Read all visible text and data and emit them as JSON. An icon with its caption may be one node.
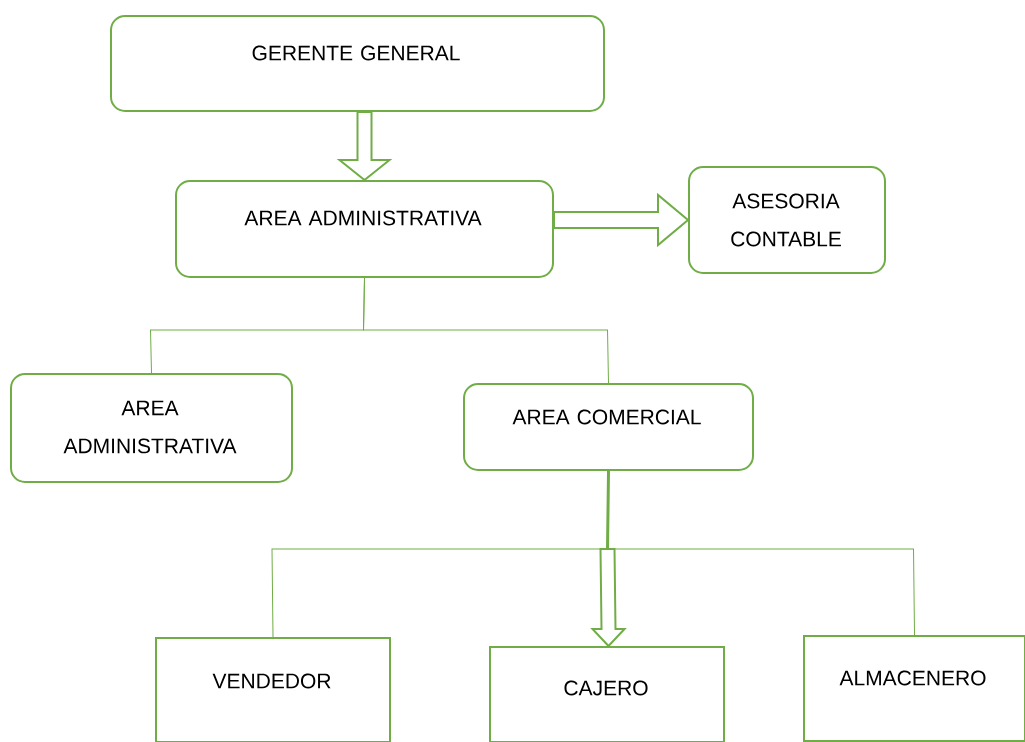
{
  "diagram": {
    "nodes": [
      {
        "text": [
          "GERENTE GENERAL"
        ]
      },
      {
        "text": [
          "AREA ADMINISTRATIVA"
        ]
      },
      {
        "text": [
          "ASESORIA CONTABLE"
        ]
      },
      {
        "text": [
          "AREA ADMINISTRATIVA"
        ]
      },
      {
        "text": [
          "AREA COMERCIAL"
        ]
      },
      {
        "text": [
          "VENDEDOR"
        ]
      },
      {
        "text": [
          "CAJERO"
        ]
      },
      {
        "text": [
          "ALMACENERO"
        ]
      }
    ],
    "edges": [
      {
        "from": 0,
        "to": 1,
        "arrow": "to",
        "style": "thick"
      },
      {
        "from": 1,
        "to": 2,
        "arrow": "to",
        "style": "thick"
      },
      {
        "from": 1,
        "to": 3,
        "arrow": "none"
      },
      {
        "from": 1,
        "to": 4,
        "arrow": "none"
      },
      {
        "from": 4,
        "to": 5,
        "arrow": "none"
      },
      {
        "from": 4,
        "to": 6,
        "arrow": "to",
        "style": "thick"
      },
      {
        "from": 4,
        "to": 7,
        "arrow": "none"
      }
    ]
  }
}
